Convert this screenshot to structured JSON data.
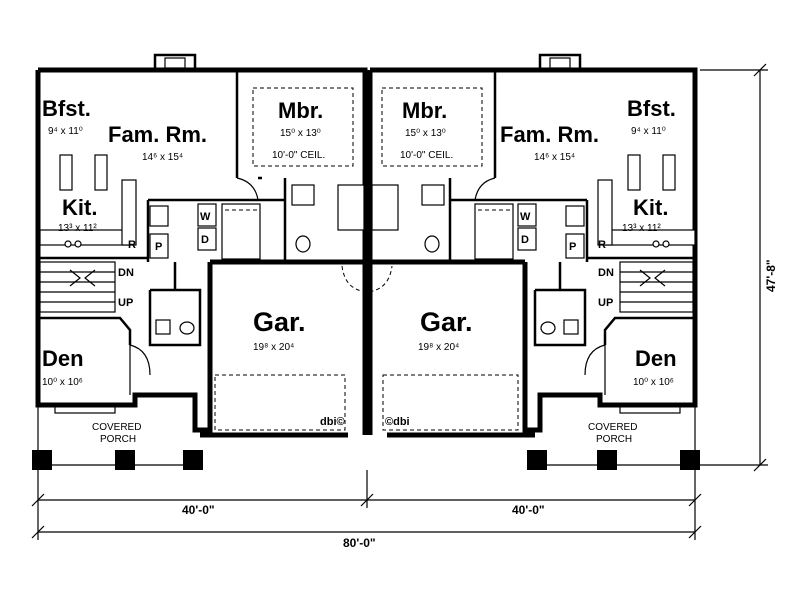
{
  "rooms": {
    "bfst_left": {
      "name": "Bfst.",
      "dims": "9⁴ x 11⁰"
    },
    "famrm_left": {
      "name": "Fam. Rm.",
      "dims": "14⁶ x 15⁴"
    },
    "mbr_left": {
      "name": "Mbr.",
      "dims": "15⁰ x 13⁰",
      "ceiling": "10'-0\" CEIL."
    },
    "kit_left": {
      "name": "Kit.",
      "dims": "13³ x 11²"
    },
    "gar_left": {
      "name": "Gar.",
      "dims": "19⁸ x 20⁴"
    },
    "den_left": {
      "name": "Den",
      "dims": "10⁰ x 10⁶"
    },
    "bfst_right": {
      "name": "Bfst.",
      "dims": "9⁴ x 11⁰"
    },
    "famrm_right": {
      "name": "Fam. Rm.",
      "dims": "14⁶ x 15⁴"
    },
    "mbr_right": {
      "name": "Mbr.",
      "dims": "15⁰ x 13⁰",
      "ceiling": "10'-0\" CEIL."
    },
    "kit_right": {
      "name": "Kit.",
      "dims": "13³ x 11²"
    },
    "gar_right": {
      "name": "Gar.",
      "dims": "19⁸ x 20⁴"
    },
    "den_right": {
      "name": "Den",
      "dims": "10⁰ x 10⁶"
    }
  },
  "labels": {
    "w": "W",
    "d": "D",
    "p": "P",
    "r": "R",
    "dn": "DN",
    "up": "UP",
    "covered": "COVERED",
    "porch": "PORCH",
    "dbi": "dbi©",
    "dbi_right": "©dbi"
  },
  "dimensions": {
    "left_width": "40'-0\"",
    "right_width": "40'-0\"",
    "overall_width": "80'-0\"",
    "overall_depth": "47'-8\""
  }
}
